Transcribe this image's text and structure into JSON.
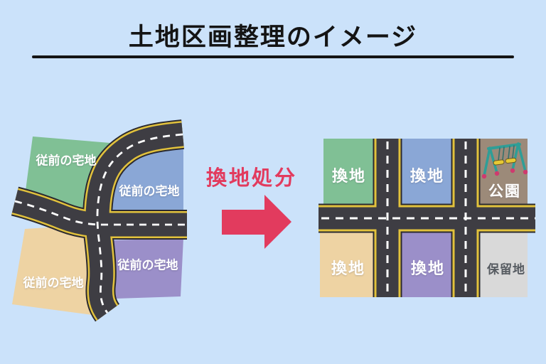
{
  "title": {
    "text": "土地区画整理のイメージ"
  },
  "before_diagram": {
    "name": "before-land-readjustment",
    "plots": [
      {
        "id": "green",
        "label": "従前の宅地",
        "color": "#80c095"
      },
      {
        "id": "blue",
        "label": "従前の宅地",
        "color": "#8aa7d6"
      },
      {
        "id": "tan",
        "label": "従前の宅地",
        "color": "#eed3a3"
      },
      {
        "id": "purple",
        "label": "従前の宅地",
        "color": "#9b8fc9"
      }
    ]
  },
  "transition": {
    "label": "換地処分",
    "arrow_color": "#e23b5e"
  },
  "after_diagram": {
    "name": "after-land-readjustment",
    "plots": [
      {
        "id": "green",
        "label": "換地",
        "color": "#80c095"
      },
      {
        "id": "blue",
        "label": "換地",
        "color": "#8aa7d6"
      },
      {
        "id": "park",
        "label": "公園",
        "color": "#9c8a79",
        "icon": "swing-icon"
      },
      {
        "id": "tan",
        "label": "換地",
        "color": "#eed3a3"
      },
      {
        "id": "purple",
        "label": "換地",
        "color": "#9b8fc9"
      },
      {
        "id": "reserved",
        "label": "保留地",
        "color": "#d9d9d9"
      }
    ]
  },
  "palette": {
    "background": "#cbe2fa",
    "road": "#3e3d43",
    "road_edge_yellow": "#e2c23c",
    "road_centerline_white": "#ffffff",
    "title_color": "#141414"
  }
}
